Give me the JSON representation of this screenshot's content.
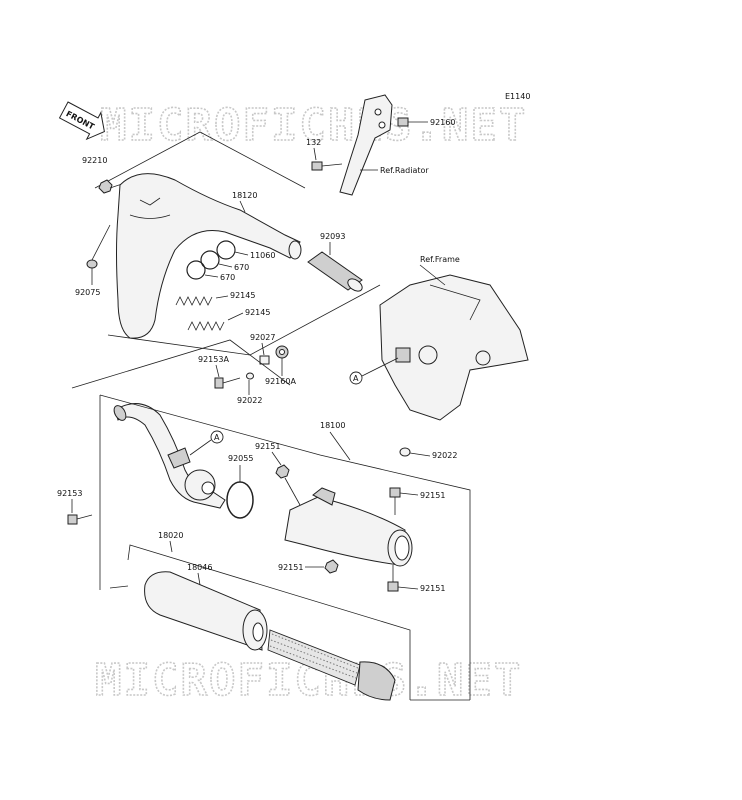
{
  "diagram_code": "E1140",
  "watermarks": {
    "top": "MICROFICHES.NET",
    "bottom": "MICROFICHES.NET"
  },
  "front_arrow": "FRONT",
  "refs": {
    "radiator": "Ref.Radiator",
    "frame": "Ref.Frame",
    "point_a": "A"
  },
  "labels": {
    "p92160": "92160",
    "p132": "132",
    "p92210": "92210",
    "p18120": "18120",
    "p92093": "92093",
    "p11060": "11060",
    "p670a": "670",
    "p670b": "670",
    "p92075": "92075",
    "p92145a": "92145",
    "p92145b": "92145",
    "p92027": "92027",
    "p92153A": "92153A",
    "p92160A": "92160A",
    "p92022a": "92022",
    "p18100": "18100",
    "p92022b": "92022",
    "p92151a": "92151",
    "p92055": "92055",
    "p92153": "92153",
    "p92151b": "92151",
    "p18020": "18020",
    "p18046": "18046",
    "p92151c": "92151",
    "p92151d": "92151"
  }
}
